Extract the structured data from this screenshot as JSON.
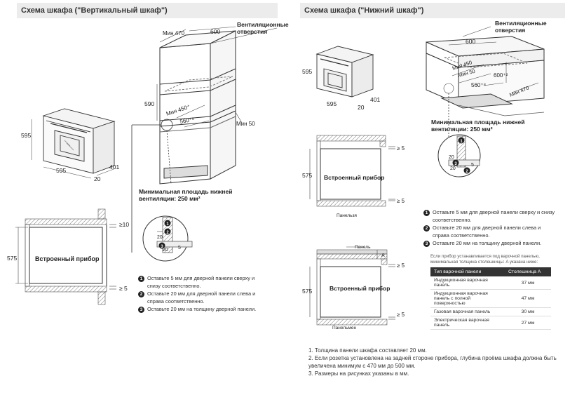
{
  "left": {
    "title": "Схема шкафа (\"Вертикальный шкаф\")",
    "vent_label": "Вентиляционные отверстия",
    "min_area_label": "Минимальная площадь нижней вентиляции: 250 мм²",
    "built_in_label": "Встроенный прибор",
    "dims": {
      "min470": "Мин 470",
      "w600": "600",
      "h590": "590",
      "min450": "Мин 450⁺",
      "w560": "560⁺⁸",
      "min50": "Мин 50",
      "oven_h": "595",
      "oven_w": "595",
      "oven_d": "401",
      "oven_t": "20",
      "h575": "575",
      "gap10": "≥10",
      "gap5": "≥ 5",
      "d20a": "20",
      "d20b": "20",
      "d5": "5"
    },
    "notes": [
      "Оставьте 5 мм для дверной панели сверху и снизу соответственно.",
      "Оставьте 20 мм для дверной панели слева и справа соответственно.",
      "Оставьте 20 мм на толщину дверной панели."
    ]
  },
  "right": {
    "title": "Схема шкафа (\"Нижний шкаф\")",
    "vent_label": "Вентиляционные отверстия",
    "min_area_label": "Минимальная площадь нижней вентиляции: 250 мм²",
    "built_in_label": "Встроенный прибор",
    "panel_label_1": "Панельзя",
    "panel_label_2": "Панельмен",
    "panel_arrow_label": "Панель",
    "corner_label": "A",
    "dims": {
      "oven_h": "595",
      "oven_w": "595",
      "oven_d": "401",
      "oven_t": "20",
      "w600": "600",
      "min450": "Мин 450",
      "min50": "Мин 50",
      "h600": "600⁺²",
      "w560": "560⁺⁸",
      "min470": "Мин 470",
      "h575a": "575",
      "h575b": "575",
      "gap5a": "≥ 5",
      "gap5b": "≥ 5",
      "gap5c": "≥ 5",
      "gap5d": "≥ 5",
      "d20a": "20",
      "d20b": "20",
      "d5": "5"
    },
    "notes": [
      "Оставьте 5 мм для дверной панели сверху и снизу соответственно.",
      "Оставьте 20 мм для дверной панели слева и справа соответственно.",
      "Оставьте 20 мм на толщину дверной панели."
    ],
    "table_caption": "Если прибор устанавливается под варочной панелью, минимальная толщина столешницы: A указана ниже:",
    "table_headers": [
      "Тип варочной панели",
      "Столешница A"
    ],
    "table_rows": [
      [
        "Индукционная варочная панель",
        "37 мм"
      ],
      [
        "Индукционная варочная панель с полной поверхностью",
        "47 мм"
      ],
      [
        "Газовая варочная панель",
        "30 мм"
      ],
      [
        "Электрическая варочная панель",
        "27 мм"
      ]
    ],
    "footnotes": [
      "1.  Толщина панели шкафа составляет 20 мм.",
      "2.  Если розетка установлена на задней стороне прибора, глубина проёма шкафа должна быть увеличена минимум с 470 мм до 500 мм.",
      "3.  Размеры на рисунках указаны в мм."
    ]
  }
}
